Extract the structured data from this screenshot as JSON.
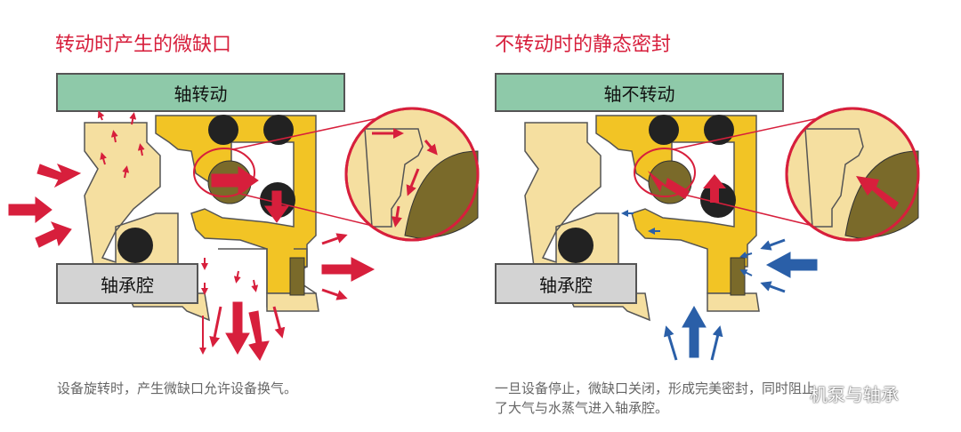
{
  "left": {
    "title": "转动时产生的微缺口",
    "shaft_label": "轴转动",
    "bearing_label": "轴承腔",
    "caption": "设备旋转时，产生微缺口允许设备换气。"
  },
  "right": {
    "title": "不转动时的静态密封",
    "shaft_label": "轴不转动",
    "bearing_label": "轴承腔",
    "caption_line1": "一旦设备停止，微缺口关闭，形成完美密封，同时阻止",
    "caption_line2": "了大气与水蒸气进入轴承腔。"
  },
  "watermark": "机泵与轴承",
  "colors": {
    "title_red": "#d71f3c",
    "seal_yellow": "#f2c425",
    "seal_cream": "#f5dfa0",
    "shaft_green": "#8ec9a9",
    "bearing_gray": "#d3d3d3",
    "olive": "#7a6a2a",
    "arrow_red": "#d71f3c",
    "arrow_blue": "#2a5fa8"
  }
}
